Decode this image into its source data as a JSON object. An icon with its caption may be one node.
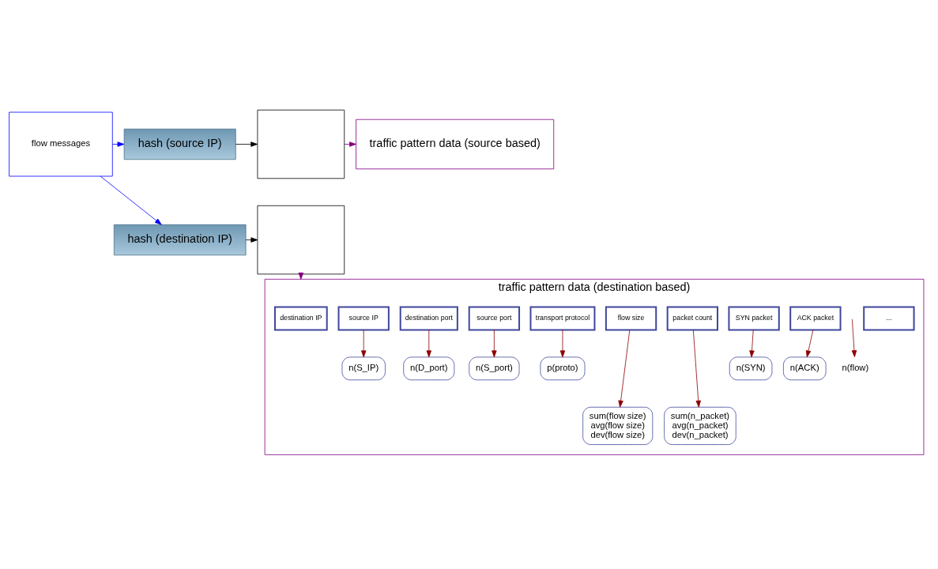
{
  "diagram": {
    "nodes": [
      {
        "text": [
          "flow messages"
        ]
      },
      {
        "text": [
          "hash (source IP)"
        ]
      },
      {
        "text": [
          "hash (destination IP)"
        ]
      },
      {
        "text": [],
        "shape": "box"
      },
      {
        "text": [
          "traffic pattern data (source based)"
        ]
      },
      {
        "text": [],
        "shape": "box"
      },
      {
        "text": [
          "traffic pattern data (destination based)"
        ]
      },
      {
        "text": [
          "destination IP"
        ],
        "in": 6
      },
      {
        "text": [
          "source IP"
        ],
        "in": 6
      },
      {
        "text": [
          "destination port"
        ],
        "in": 6
      },
      {
        "text": [
          "source port"
        ],
        "in": 6
      },
      {
        "text": [
          "transport protocol"
        ],
        "in": 6
      },
      {
        "text": [
          "flow size"
        ],
        "in": 6
      },
      {
        "text": [
          "packet count"
        ],
        "in": 6
      },
      {
        "text": [
          "SYN packet"
        ],
        "in": 6
      },
      {
        "text": [
          "ACK packet"
        ],
        "in": 6
      },
      {
        "text": [
          "..."
        ],
        "in": 6
      },
      {
        "text": [
          "n(S_IP)"
        ],
        "in": 6
      },
      {
        "text": [
          "n(D_port)"
        ],
        "in": 6
      },
      {
        "text": [
          "n(S_port)"
        ],
        "in": 6
      },
      {
        "text": [
          "p(proto)"
        ],
        "in": 6
      },
      {
        "text": [
          "sum(flow size)",
          "avg(flow size)",
          "dev(flow size)"
        ],
        "in": 6
      },
      {
        "text": [
          "sum(n_packet)",
          "avg(n_packet)",
          "dev(n_packet)"
        ],
        "in": 6
      },
      {
        "text": [
          "n(SYN)"
        ],
        "in": 6
      },
      {
        "text": [
          "n(ACK)"
        ],
        "in": 6
      },
      {
        "text": [
          "n(flow)"
        ],
        "in": 6
      }
    ],
    "edges": [
      {
        "from": 0,
        "to": 1,
        "arrow": "to",
        "color": "#0000ff"
      },
      {
        "from": 0,
        "to": 2,
        "arrow": "to",
        "color": "#0000ff"
      },
      {
        "from": 1,
        "to": 3,
        "arrow": "to",
        "color": "#000000"
      },
      {
        "from": 2,
        "to": 5,
        "arrow": "to",
        "color": "#000000"
      },
      {
        "from": 3,
        "to": 4,
        "arrow": "to",
        "color": "#800080"
      },
      {
        "from": 5,
        "to": 6,
        "arrow": "to",
        "color": "#800080"
      },
      {
        "from": 8,
        "to": 17,
        "arrow": "to"
      },
      {
        "from": 9,
        "to": 18,
        "arrow": "to"
      },
      {
        "from": 10,
        "to": 19,
        "arrow": "to"
      },
      {
        "from": 11,
        "to": 20,
        "arrow": "to"
      },
      {
        "from": 12,
        "to": 21,
        "arrow": "to"
      },
      {
        "from": 13,
        "to": 22,
        "arrow": "to"
      },
      {
        "from": 14,
        "to": 23,
        "arrow": "to"
      },
      {
        "from": 15,
        "to": 24,
        "arrow": "to"
      },
      {
        "from": null,
        "to": 25,
        "arrow": "to"
      }
    ]
  }
}
